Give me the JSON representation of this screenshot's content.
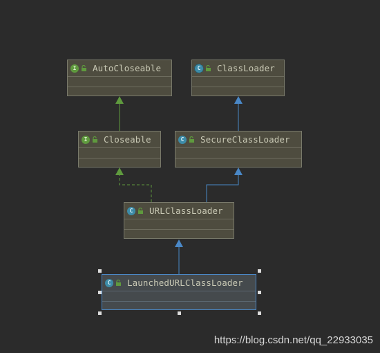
{
  "nodes": {
    "autocloseable": {
      "name": "AutoCloseable",
      "kind": "interface",
      "kind_glyph": "I",
      "icon": "interface-icon"
    },
    "classloader": {
      "name": "ClassLoader",
      "kind": "abstract-class",
      "kind_glyph": "C",
      "icon": "abstract-class-icon"
    },
    "closeable": {
      "name": "Closeable",
      "kind": "interface",
      "kind_glyph": "I",
      "icon": "interface-icon"
    },
    "secureclassloader": {
      "name": "SecureClassLoader",
      "kind": "class",
      "kind_glyph": "C",
      "icon": "class-icon"
    },
    "urlclassloader": {
      "name": "URLClassLoader",
      "kind": "class",
      "kind_glyph": "C",
      "icon": "class-icon"
    },
    "launchedurlclassloader": {
      "name": "LaunchedURLClassLoader",
      "kind": "class",
      "kind_glyph": "C",
      "icon": "class-icon",
      "selected": true
    }
  },
  "edges": [
    {
      "from": "Closeable",
      "to": "AutoCloseable",
      "type": "extends",
      "color": "#5f9a3e"
    },
    {
      "from": "SecureClassLoader",
      "to": "ClassLoader",
      "type": "extends",
      "color": "#4a88c7"
    },
    {
      "from": "URLClassLoader",
      "to": "Closeable",
      "type": "implements",
      "color": "#5f9a3e"
    },
    {
      "from": "URLClassLoader",
      "to": "SecureClassLoader",
      "type": "extends",
      "color": "#4a88c7"
    },
    {
      "from": "LaunchedURLClassLoader",
      "to": "URLClassLoader",
      "type": "extends",
      "color": "#4a88c7"
    }
  ],
  "colors": {
    "background": "#2b2b2b",
    "node_fill": "#4e4c3f",
    "node_border": "#797a6b",
    "selection": "#4a88c7",
    "interface_arrow": "#5f9a3e",
    "class_arrow": "#4a88c7"
  },
  "watermark": "https://blog.csdn.net/qq_22933035"
}
